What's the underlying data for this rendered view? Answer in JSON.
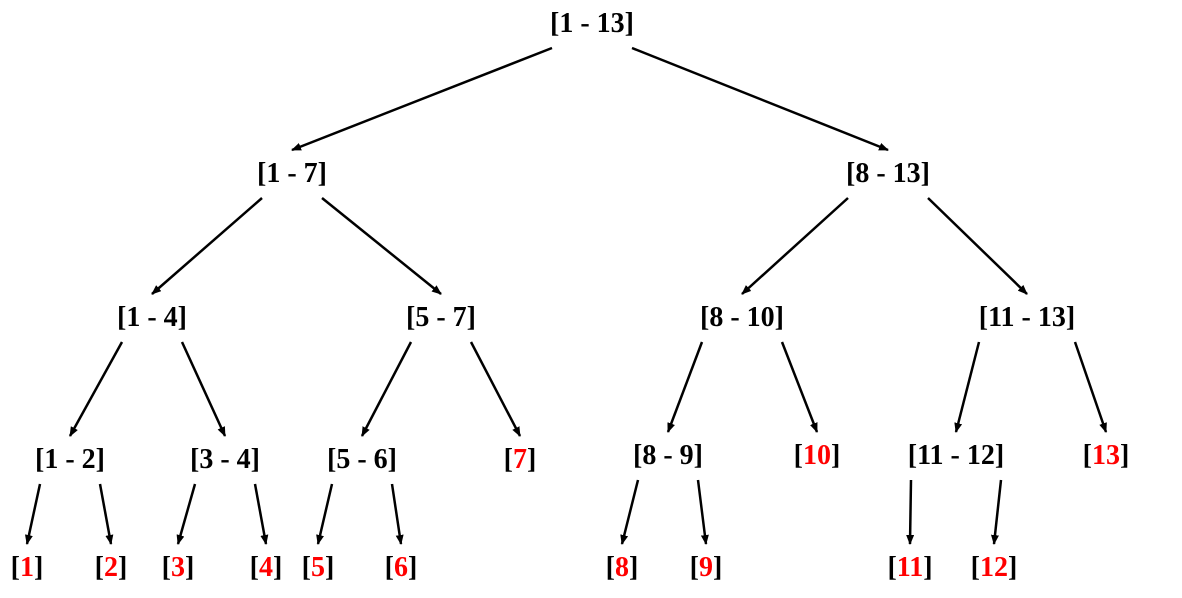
{
  "colors": {
    "internal_text": "#000000",
    "leaf_number": "#ff0000",
    "edge": "#000000",
    "background": "#ffffff"
  },
  "nodes": [
    {
      "id": "n1-13",
      "label": "[1 - 13]"
    },
    {
      "id": "n1-7",
      "label": "[1 - 7]"
    },
    {
      "id": "n8-13",
      "label": "[8 - 13]"
    },
    {
      "id": "n1-4",
      "label": "[1 - 4]"
    },
    {
      "id": "n5-7",
      "label": "[5 - 7]"
    },
    {
      "id": "n8-10",
      "label": "[8 - 10]"
    },
    {
      "id": "n11-13",
      "label": "[11 - 13]"
    },
    {
      "id": "n1-2",
      "label": "[1 - 2]"
    },
    {
      "id": "n3-4",
      "label": "[3 - 4]"
    },
    {
      "id": "n5-6",
      "label": "[5 - 6]"
    },
    {
      "id": "n8-9",
      "label": "[8 - 9]"
    },
    {
      "id": "n11-12",
      "label": "[11 - 12]"
    },
    {
      "id": "leaf7",
      "leaf": "7"
    },
    {
      "id": "leaf10",
      "leaf": "10"
    },
    {
      "id": "leaf13",
      "leaf": "13"
    },
    {
      "id": "leaf1",
      "leaf": "1"
    },
    {
      "id": "leaf2",
      "leaf": "2"
    },
    {
      "id": "leaf3",
      "leaf": "3"
    },
    {
      "id": "leaf4",
      "leaf": "4"
    },
    {
      "id": "leaf5",
      "leaf": "5"
    },
    {
      "id": "leaf6",
      "leaf": "6"
    },
    {
      "id": "leaf8",
      "leaf": "8"
    },
    {
      "id": "leaf9",
      "leaf": "9"
    },
    {
      "id": "leaf11",
      "leaf": "11"
    },
    {
      "id": "leaf12",
      "leaf": "12"
    }
  ],
  "edges": [
    [
      "n1-13",
      "n1-7"
    ],
    [
      "n1-13",
      "n8-13"
    ],
    [
      "n1-7",
      "n1-4"
    ],
    [
      "n1-7",
      "n5-7"
    ],
    [
      "n8-13",
      "n8-10"
    ],
    [
      "n8-13",
      "n11-13"
    ],
    [
      "n1-4",
      "n1-2"
    ],
    [
      "n1-4",
      "n3-4"
    ],
    [
      "n5-7",
      "n5-6"
    ],
    [
      "n5-7",
      "leaf7"
    ],
    [
      "n8-10",
      "n8-9"
    ],
    [
      "n8-10",
      "leaf10"
    ],
    [
      "n11-13",
      "n11-12"
    ],
    [
      "n11-13",
      "leaf13"
    ],
    [
      "n1-2",
      "leaf1"
    ],
    [
      "n1-2",
      "leaf2"
    ],
    [
      "n3-4",
      "leaf3"
    ],
    [
      "n3-4",
      "leaf4"
    ],
    [
      "n5-6",
      "leaf5"
    ],
    [
      "n5-6",
      "leaf6"
    ],
    [
      "n8-9",
      "leaf8"
    ],
    [
      "n8-9",
      "leaf9"
    ],
    [
      "n11-12",
      "leaf11"
    ],
    [
      "n11-12",
      "leaf12"
    ]
  ]
}
